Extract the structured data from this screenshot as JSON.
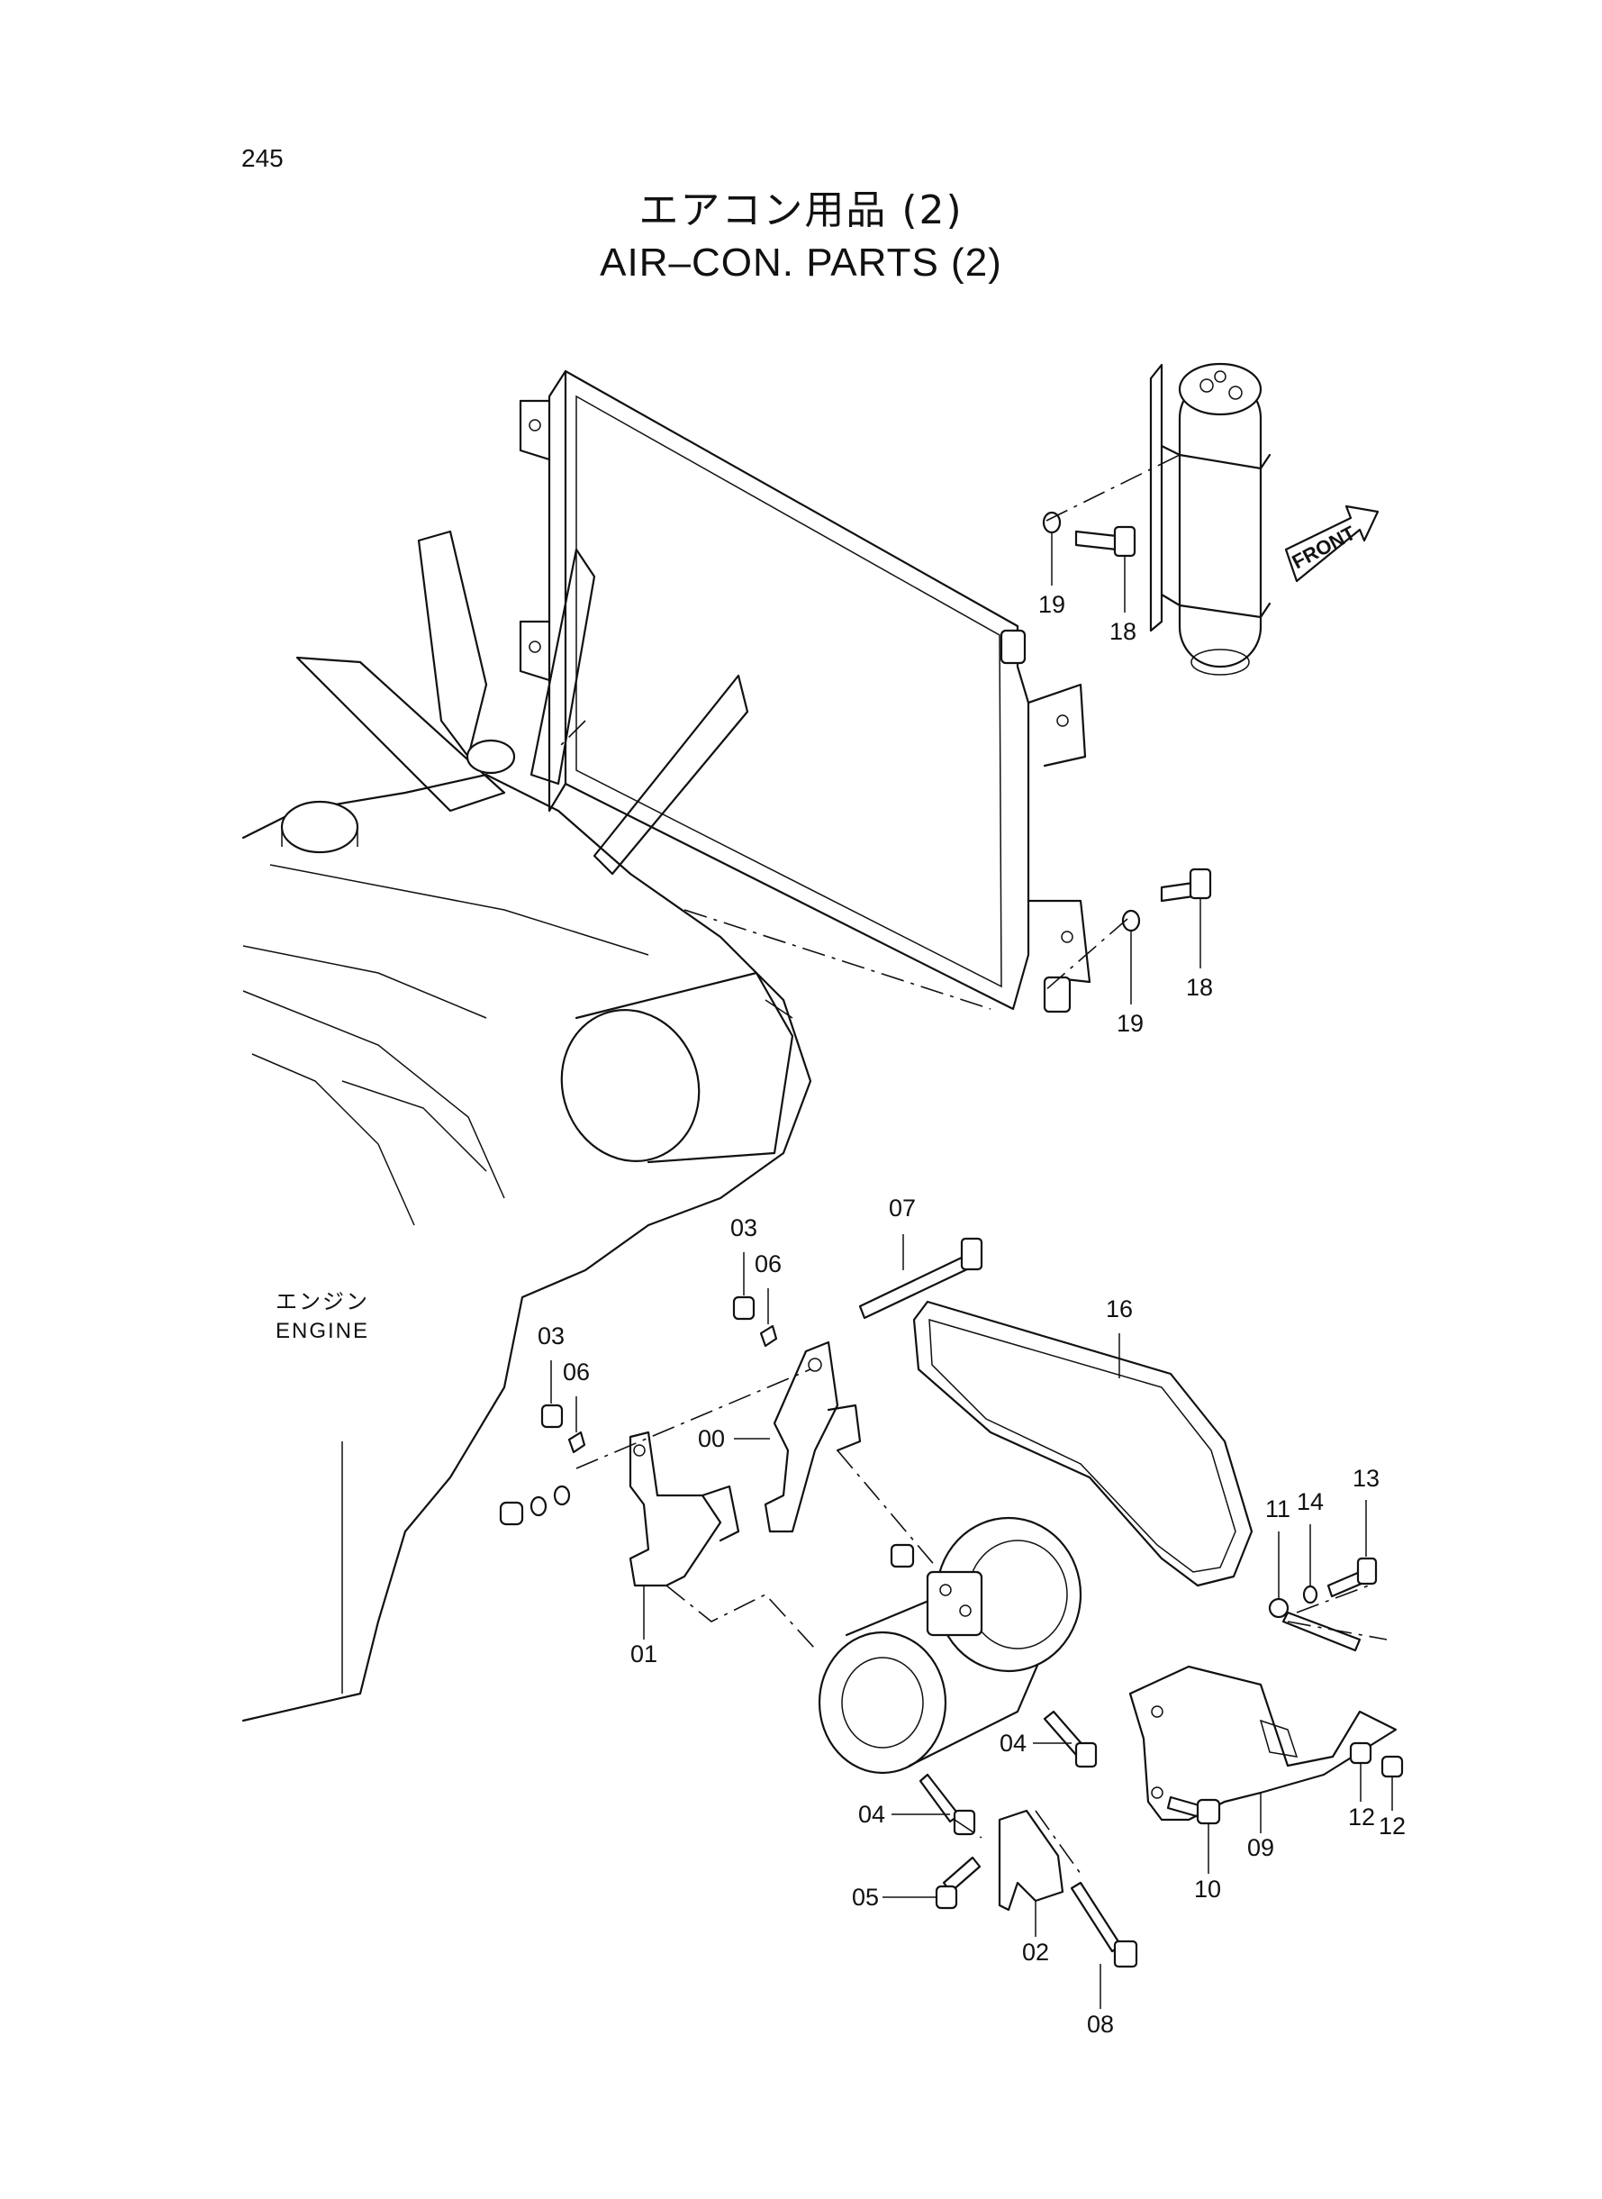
{
  "page": {
    "number": "245"
  },
  "title": {
    "japanese": "エアコン用品 (2)",
    "english": "AIR–CON. PARTS (2)"
  },
  "engine_label": {
    "japanese": "エンジン",
    "english": "ENGINE"
  },
  "direction_arrow": {
    "label": "FRONT"
  },
  "callouts": [
    {
      "id": "c-19a",
      "label": "19"
    },
    {
      "id": "c-18a",
      "label": "18"
    },
    {
      "id": "c-19b",
      "label": "19"
    },
    {
      "id": "c-18b",
      "label": "18"
    },
    {
      "id": "c-07",
      "label": "07"
    },
    {
      "id": "c-03a",
      "label": "03"
    },
    {
      "id": "c-06a",
      "label": "06"
    },
    {
      "id": "c-16",
      "label": "16"
    },
    {
      "id": "c-03b",
      "label": "03"
    },
    {
      "id": "c-06b",
      "label": "06"
    },
    {
      "id": "c-00",
      "label": "00"
    },
    {
      "id": "c-13",
      "label": "13"
    },
    {
      "id": "c-14",
      "label": "14"
    },
    {
      "id": "c-11",
      "label": "11"
    },
    {
      "id": "c-01",
      "label": "01"
    },
    {
      "id": "c-04a",
      "label": "04"
    },
    {
      "id": "c-09",
      "label": "09"
    },
    {
      "id": "c-12a",
      "label": "12"
    },
    {
      "id": "c-12b",
      "label": "12"
    },
    {
      "id": "c-04b",
      "label": "04"
    },
    {
      "id": "c-10",
      "label": "10"
    },
    {
      "id": "c-05",
      "label": "05"
    },
    {
      "id": "c-02",
      "label": "02"
    },
    {
      "id": "c-08",
      "label": "08"
    }
  ]
}
